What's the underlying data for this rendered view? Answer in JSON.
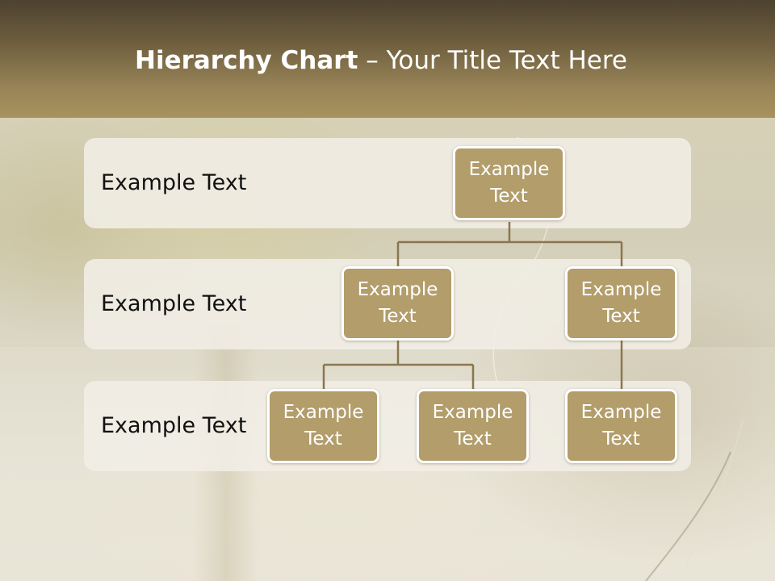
{
  "title": {
    "bold": "Hierarchy Chart",
    "rest": " – Your Title Text Here"
  },
  "levels": [
    {
      "label": "Example Text"
    },
    {
      "label": "Example Text"
    },
    {
      "label": "Example Text"
    }
  ],
  "nodes": {
    "root": "Example Text",
    "level2_left": "Example Text",
    "level2_right": "Example Text",
    "level3_left": "Example Text",
    "level3_middle": "Example Text",
    "level3_right": "Example Text"
  },
  "colors": {
    "header": "#988457",
    "node_fill": "#b29d6b",
    "node_border": "#ffffff",
    "connector": "#8a7650",
    "band": "#f1eee6"
  }
}
